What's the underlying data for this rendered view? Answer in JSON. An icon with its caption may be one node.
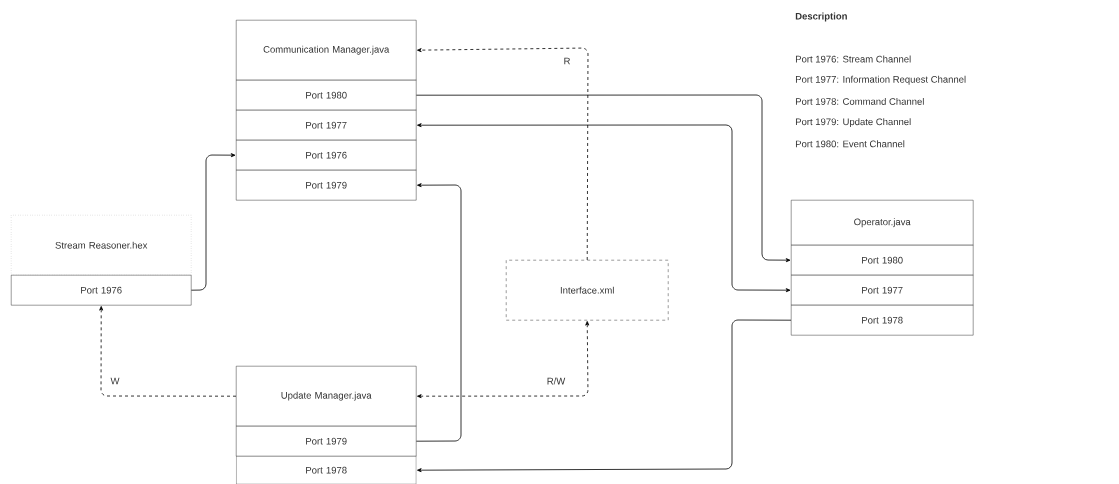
{
  "diagram": {
    "nodes": [
      {
        "text": [
          "Communication Manager.java"
        ]
      },
      {
        "text": [
          "Port 1980"
        ]
      },
      {
        "text": [
          "Port 1977"
        ]
      },
      {
        "text": [
          "Port 1976"
        ]
      },
      {
        "text": [
          "Port 1979"
        ]
      },
      {
        "text": [
          "Stream Reasoner.hex"
        ]
      },
      {
        "text": [
          "Port 1976"
        ]
      },
      {
        "text": [
          "Operator.java"
        ]
      },
      {
        "text": [
          "Port 1980"
        ]
      },
      {
        "text": [
          "Port 1977"
        ]
      },
      {
        "text": [
          "Port 1978"
        ]
      },
      {
        "text": [
          "Interface.xml"
        ]
      },
      {
        "text": [
          "Update Manager.java"
        ]
      },
      {
        "text": [
          "Port 1979"
        ]
      },
      {
        "text": [
          "Port 1978"
        ]
      }
    ],
    "edges": [
      {
        "from": 1,
        "to": 8,
        "arrow": "to"
      },
      {
        "from": 9,
        "to": 2,
        "arrow": "both"
      },
      {
        "from": 6,
        "to": 3,
        "arrow": "to"
      },
      {
        "from": 13,
        "to": 4,
        "arrow": "to"
      },
      {
        "from": 10,
        "to": 14,
        "arrow": "to"
      },
      {
        "from": 11,
        "to": 0,
        "arrow": "to",
        "style": "dashed",
        "label": "R"
      },
      {
        "from": 12,
        "to": 6,
        "arrow": "to",
        "style": "dashed",
        "label": "W"
      },
      {
        "from": 12,
        "to": 11,
        "arrow": "both",
        "style": "dashed",
        "label": "R/W"
      }
    ],
    "labels": [
      "Description",
      "Port 1976: Stream Channel",
      "Port 1977: Information Request Channel",
      "Port 1978: Command Channel",
      "Port 1979: Update Channel",
      "Port 1980: Event Channel"
    ]
  }
}
